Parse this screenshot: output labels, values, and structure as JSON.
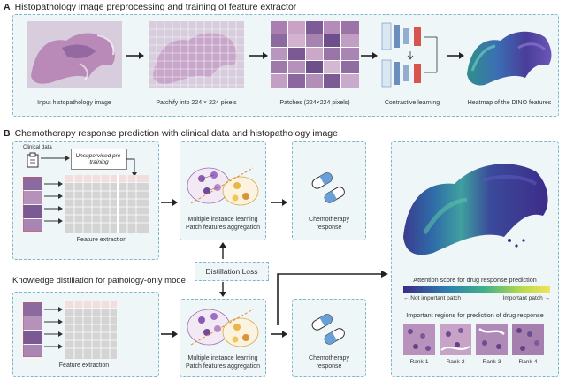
{
  "panel_a": {
    "letter": "A",
    "title": "Histopathology image preprocessing and training of feature extractor",
    "steps": [
      {
        "label": "Input histopathology image"
      },
      {
        "label": "Patchify into 224 × 224 pixels"
      },
      {
        "label": "Patches (224×224 pixels)"
      },
      {
        "label": "Contrastive learning"
      },
      {
        "label": "Heatmap of the DINO features"
      }
    ]
  },
  "panel_b": {
    "letter": "B",
    "title": "Chemotherapy response prediction with clinical data and histopathology image",
    "clinical_tag": "Clinical data",
    "pretraining_label": "Unsupervised pre-training",
    "feature_extraction_label": "Feature extraction",
    "mil_line1": "Multiple instance learning",
    "mil_line2": "Patch features aggregation",
    "response_line1": "Chemotherapy",
    "response_line2": "response",
    "distillation_loss": "Distillation Loss",
    "kd_title": "Knowledge distillation for pathology-only mode",
    "kd_feature_extraction_label": "Feature extraction",
    "kd_mil_line1": "Multiple instance learning",
    "kd_mil_line2": "Patch features aggregation",
    "kd_response_line1": "Chemotherapy",
    "kd_response_line2": "response",
    "attention_caption": "Attention score for drug response prediction",
    "not_important": "← Not important patch",
    "important": "Important patch →",
    "regions_caption": "Important regions for prediction of drug response",
    "ranks": [
      "Rank-1",
      "Rank-2",
      "Rank-3",
      "Rank-4"
    ]
  },
  "colors": {
    "box_border": "#7fb7c9",
    "box_fill": "#eef6f8",
    "tissue_pink": "#b98ab8",
    "tissue_purple": "#6a4f9a",
    "heat_low": "#3b2c8a",
    "heat_high": "#f3e45a",
    "contrastive_red": "#d9534f",
    "contrastive_blue": "#6c8ebf",
    "pill_blue": "#6a9fd8"
  },
  "icons": [
    "arrow-right-icon",
    "arrow-up-icon",
    "arrow-down-icon",
    "clipboard-icon",
    "pill-capsule-icon"
  ]
}
